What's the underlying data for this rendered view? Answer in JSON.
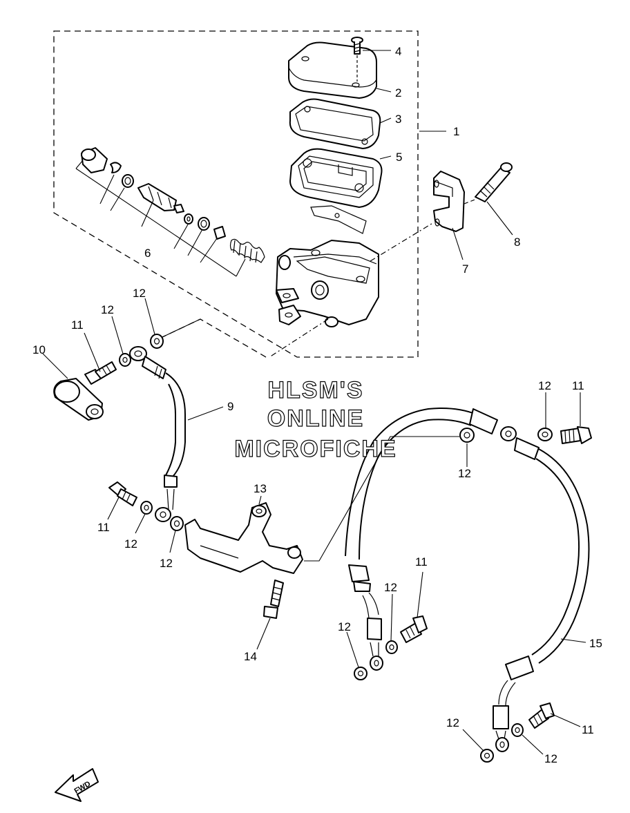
{
  "watermark": [
    "HLSM'S",
    "ONLINE",
    "MICROFICHE"
  ],
  "fwd_label": "FWD",
  "callouts": {
    "c1": "1",
    "c2": "2",
    "c3": "3",
    "c4": "4",
    "c5": "5",
    "c6": "6",
    "c7": "7",
    "c8": "8",
    "c9": "9",
    "c10": "10",
    "c11a": "11",
    "c11b": "11",
    "c11c": "11",
    "c11d": "11",
    "c12a": "12",
    "c12b": "12",
    "c12c": "12",
    "c12d": "12",
    "c12e": "12",
    "c12f": "12",
    "c12g": "12",
    "c12h": "12",
    "c12i": "12",
    "c12j": "12",
    "c13": "13",
    "c14": "14",
    "c15": "15"
  }
}
